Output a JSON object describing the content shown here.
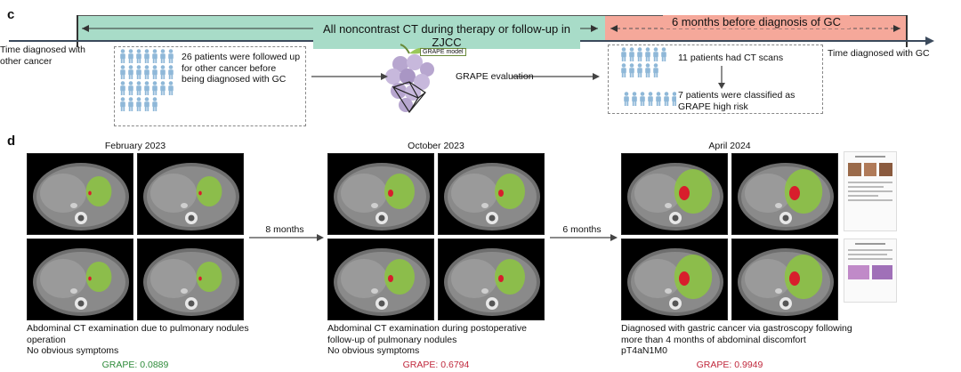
{
  "panel_c": {
    "label": "c",
    "bar_green_text": "All noncontrast CT during therapy or follow-up in ZJCC",
    "bar_red_text": "6 months before diagnosis of GC",
    "left_endpoint": "Time diagnosed with\nother cancer",
    "right_endpoint": "Time diagnosed with GC",
    "cohort_text": "26 patients were followed up\nfor other cancer before\nbeing diagnosed with GC",
    "model_tag": "GRAPE model",
    "evaluation_label": "GRAPE evaluation",
    "ct_scans_text": "11 patients had CT scans",
    "high_risk_text": "7 patients were classified as\nGRAPE high risk"
  },
  "panel_d": {
    "label": "d",
    "timepoints": [
      {
        "date": "February 2023",
        "caption": "Abdominal CT examination due to pulmonary nodules\noperation\nNo obvious symptoms",
        "score": "GRAPE: 0.0889",
        "score_color": "#2e8b3a"
      },
      {
        "date": "October 2023",
        "caption": "Abdominal CT examination during postoperative\nfollow-up of pulmonary nodules\nNo obvious symptoms",
        "score": "GRAPE: 0.6794",
        "score_color": "#c0283c"
      },
      {
        "date": "April 2024",
        "caption": "Diagnosed with gastric cancer via gastroscopy following\nmore than 4 months of abdominal discomfort\npT4aN1M0",
        "score": "GRAPE: 0.9949",
        "score_color": "#c0283c"
      }
    ],
    "interval_1": "8 months",
    "interval_2": "6 months"
  },
  "colors": {
    "bar_green": "#a8dcc8",
    "bar_red": "#f5a89a",
    "person_icon": "#8fb8d8",
    "stomach_overlay": "#8cc63f",
    "tumor": "#d81e2c"
  }
}
